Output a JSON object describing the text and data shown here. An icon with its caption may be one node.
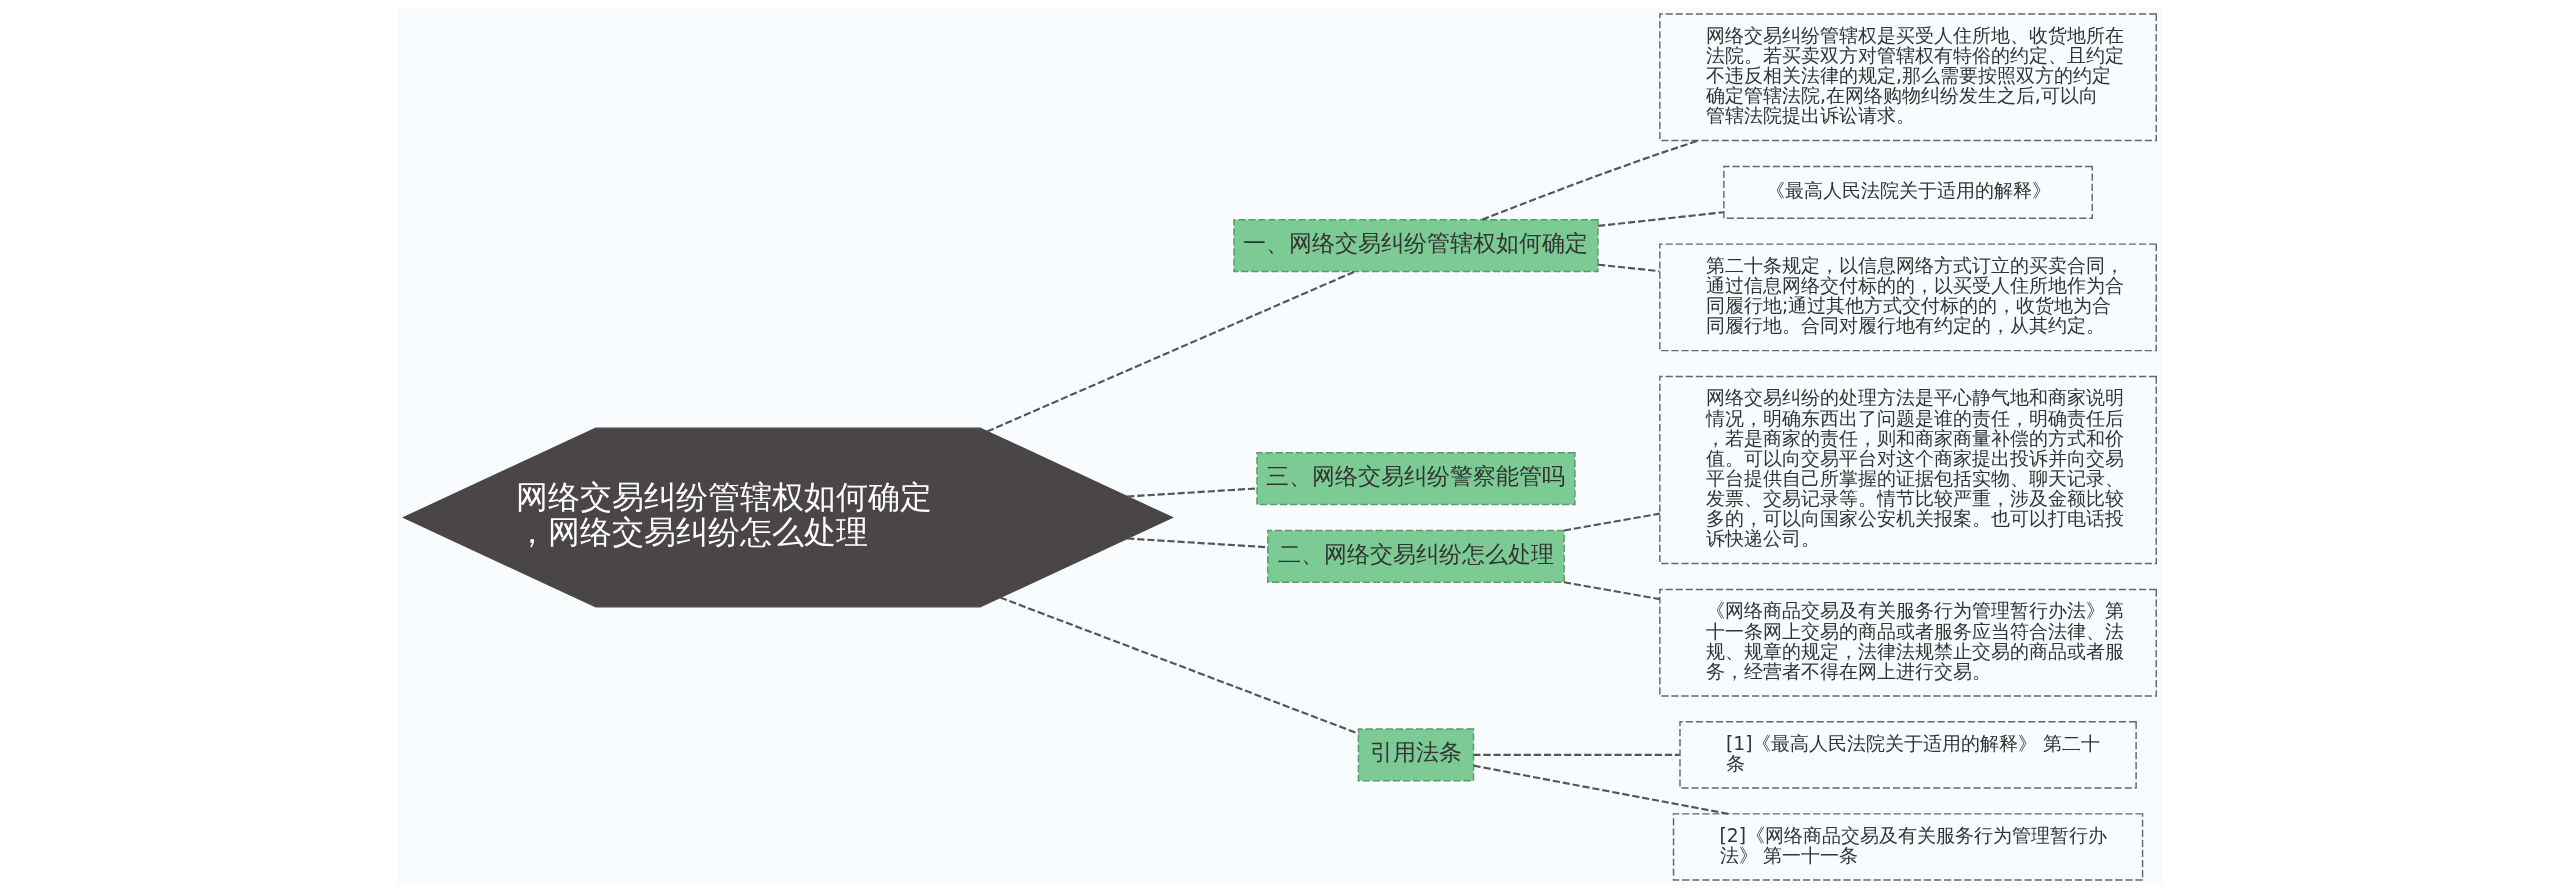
{
  "diagram": {
    "nodes": [
      {
        "text": [
          "网络交易纠纷管辖权如何确定，网络交易纠纷怎么处理"
        ]
      },
      {
        "text": [
          "一、网络交易纠纷管辖权如何确定"
        ]
      },
      {
        "text": [
          "网络交易纠纷管辖权是买受人住所地、收货地所在法院。若买卖双方对管辖权有特俗的约定、且约定不违反相关法律的规定,那么需要按照双方的约定确定管辖法院,在网络购物纠纷发生之后,可以向管辖法院提出诉讼请求。"
        ]
      },
      {
        "text": [
          "《最高人民法院关于适用的解释》"
        ]
      },
      {
        "text": [
          "第二十条规定，以信息网络方式订立的买卖合同，通过信息网络交付标的的，以买受人住所地作为合同履行地;通过其他方式交付标的的，收货地为合同履行地。合同对履行地有约定的，从其约定。"
        ]
      },
      {
        "text": [
          "三、网络交易纠纷警察能管吗"
        ]
      },
      {
        "text": [
          "二、网络交易纠纷怎么处理"
        ]
      },
      {
        "text": [
          "网络交易纠纷的处理方法是平心静气地和商家说明情况，明确东西出了问题是谁的责任，明确责任后，若是商家的责任，则和商家商量补偿的方式和价值。可以向交易平台对这个商家提出投诉并向交易平台提供自己所掌握的证据包括实物、聊天记录、发票、交易记录等。情节比较严重，涉及金额比较多的，可以向国家公安机关报案。也可以打电话投诉快递公司。"
        ]
      },
      {
        "text": [
          "《网络商品交易及有关服务行为管理暂行办法》第十一条网上交易的商品或者服务应当符合法律、法规、规章的规定，法律法规禁止交易的商品或者服务，经营者不得在网上进行交易。"
        ]
      },
      {
        "text": [
          "引用法条"
        ]
      },
      {
        "text": [
          "[1]《最高人民法院关于适用的解释》 第二十条"
        ]
      },
      {
        "text": [
          "[2]《网络商品交易及有关服务行为管理暂行办法》 第一十一条"
        ]
      }
    ],
    "edges": [
      {
        "from": 0,
        "to": 1,
        "arrow": "none",
        "style": "dashed"
      },
      {
        "from": 1,
        "to": 2,
        "arrow": "none",
        "style": "dashed"
      },
      {
        "from": 1,
        "to": 3,
        "arrow": "none",
        "style": "dashed"
      },
      {
        "from": 1,
        "to": 4,
        "arrow": "none",
        "style": "dashed"
      },
      {
        "from": 0,
        "to": 5,
        "arrow": "none",
        "style": "dashed"
      },
      {
        "from": 0,
        "to": 6,
        "arrow": "none",
        "style": "dashed"
      },
      {
        "from": 6,
        "to": 7,
        "arrow": "none",
        "style": "dashed"
      },
      {
        "from": 6,
        "to": 8,
        "arrow": "none",
        "style": "dashed"
      },
      {
        "from": 0,
        "to": 9,
        "arrow": "none",
        "style": "dashed"
      },
      {
        "from": 9,
        "to": 10,
        "arrow": "none",
        "style": "dashed"
      },
      {
        "from": 9,
        "to": 11,
        "arrow": "none",
        "style": "dashed"
      }
    ]
  }
}
